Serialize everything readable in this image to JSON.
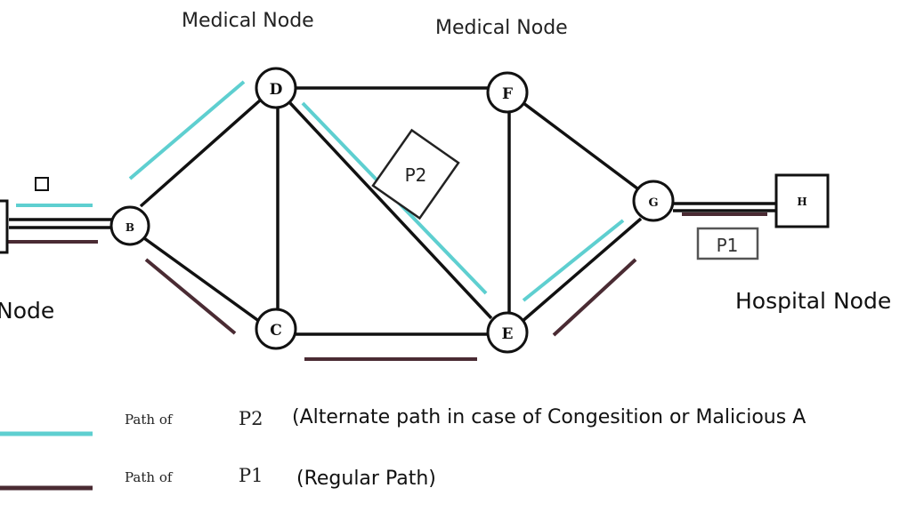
{
  "labels": {
    "medical_node_left": "Medical Node",
    "medical_node_right": "Medical Node",
    "node_left_cut": "Node",
    "hospital_node": "Hospital Node"
  },
  "nodes": {
    "B": "B",
    "C": "C",
    "D": "D",
    "E": "E",
    "F": "F",
    "G": "G",
    "H": "H"
  },
  "path_tags": {
    "p1": "P1",
    "p2": "P2"
  },
  "legend": {
    "p2_prefix": "Path of",
    "p2_id": "P2",
    "p2_desc": "(Alternate path in case of Congesition or Malicious A",
    "p1_prefix": "Path of",
    "p1_id": "P1",
    "p1_desc": "(Regular Path)"
  },
  "colors": {
    "p2_path": "#5ecfd0",
    "p1_path": "#4a2b33",
    "edge": "#111111"
  }
}
